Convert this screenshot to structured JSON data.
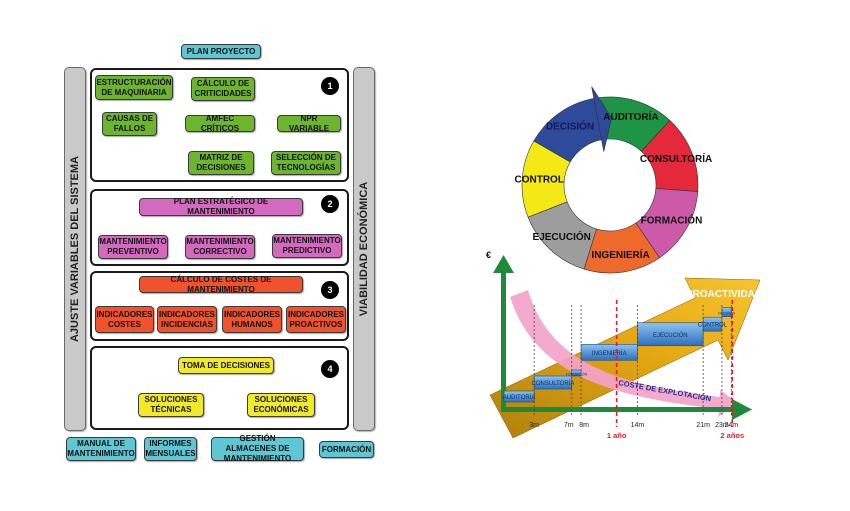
{
  "left_diagram": {
    "top_label": "PLAN PROYECTO",
    "left_bar_label": "AJUSTE VARIABLES DEL SISTEMA",
    "right_bar_label": "VIABILIDAD ECONÓMICA",
    "sections": [
      {
        "number": "1",
        "color": "#6db52f",
        "items": [
          "ESTRUCTURACIÓN DE MAQUINARIA",
          "CÁLCULO DE CRITICIDADES",
          "CAUSAS DE FALLOS",
          "AMFEC CRÍTICOS",
          "NPR VARIABLE",
          "MATRIZ DE DECISIONES",
          "SELECCIÓN DE TECNOLOGÍAS"
        ]
      },
      {
        "number": "2",
        "color": "#d36ac0",
        "header": "PLAN ESTRATÉGICO DE MANTENIMIENTO",
        "items": [
          "MANTENIMIENTO PREVENTIVO",
          "MANTENIMIENTO CORRECTIVO",
          "MANTENIMIENTO PREDICTIVO"
        ]
      },
      {
        "number": "3",
        "color": "#f0522c",
        "header": "CÁLCULO DE COSTES DE MANTENIMIENTO",
        "items": [
          "INDICADORES COSTES",
          "INDICADORES INCIDENCIAS",
          "INDICADORES HUMANOS",
          "INDICADORES PROACTIVOS"
        ]
      },
      {
        "number": "4",
        "color": "#f2ea24",
        "header": "TOMA DE DECISIONES",
        "items": [
          "SOLUCIONES TÉCNICAS",
          "SOLUCIONES ECONÓMICAS"
        ]
      }
    ],
    "bottom_items": [
      "MANUAL DE MANTENIMIENTO",
      "INFORMES MENSUALES",
      "GESTIÓN ALMACENES DE MANTENIMIENTO",
      "FORMACIÓN"
    ]
  },
  "cycle_diagram": {
    "segments": [
      {
        "label": "DECISIÓN",
        "color": "#2e4a9a"
      },
      {
        "label": "AUDITORÍA",
        "color": "#1e9445"
      },
      {
        "label": "CONSULTORÍA",
        "color": "#e3293a"
      },
      {
        "label": "FORMACIÓN",
        "color": "#cc5aa8"
      },
      {
        "label": "INGENIERÍA",
        "color": "#ee6a2c"
      },
      {
        "label": "EJECUCIÓN",
        "color": "#9d9d9d"
      },
      {
        "label": "CONTROL",
        "color": "#f4e914"
      }
    ]
  },
  "chart_data": {
    "type": "timeline",
    "ylabel": "€",
    "arrow_label": "PROACTIVIDAD",
    "curve_label": "COSTE DE EXPLOTACIÓN",
    "phases": [
      {
        "label": "AUDITORÍA",
        "start_month": 0,
        "end_month": 3
      },
      {
        "label": "CONSULTORÍA",
        "start_month": 3,
        "end_month": 7
      },
      {
        "label": "FORMACIÓN",
        "start_month": 7,
        "end_month": 8
      },
      {
        "label": "INGENIERÍA",
        "start_month": 8,
        "end_month": 14
      },
      {
        "label": "EJECUCIÓN",
        "start_month": 14,
        "end_month": 21
      },
      {
        "label": "CONTROL",
        "start_month": 21,
        "end_month": 23
      },
      {
        "label": "DECISIÓN",
        "start_month": 23,
        "end_month": 24
      }
    ],
    "x_ticks": [
      "3m",
      "7m",
      "8m",
      "14m",
      "21m",
      "23m",
      "24m"
    ],
    "x_tick_values": [
      3,
      7,
      8,
      14,
      21,
      23,
      24
    ],
    "milestones": [
      {
        "label": "1 año",
        "month": 12
      },
      {
        "label": "2 años",
        "month": 24
      }
    ]
  }
}
